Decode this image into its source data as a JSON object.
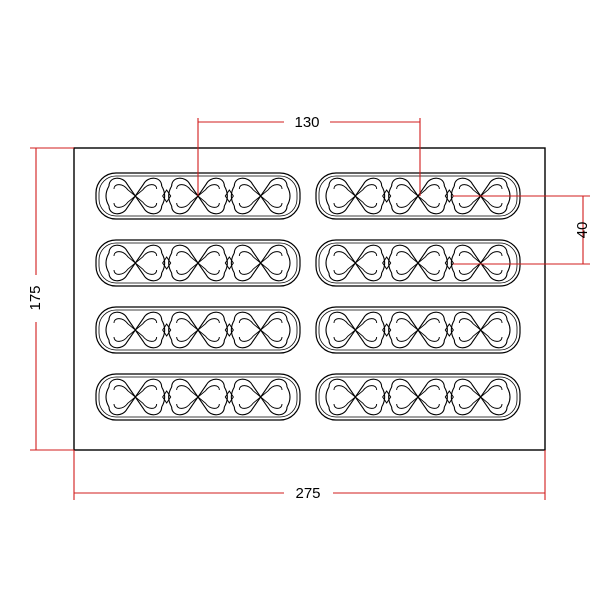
{
  "colors": {
    "outline": "#000000",
    "dimension": "#d21c1c",
    "background": "#ffffff",
    "panel": "#ffffff"
  },
  "dimensions": {
    "width_label": "275",
    "height_label": "175",
    "spacing_x_label": "130",
    "spacing_y_label": "40"
  },
  "mold": {
    "rows": 4,
    "columns": 2,
    "motifs_per_cavity": 3,
    "motif": "double-heart-chain"
  }
}
